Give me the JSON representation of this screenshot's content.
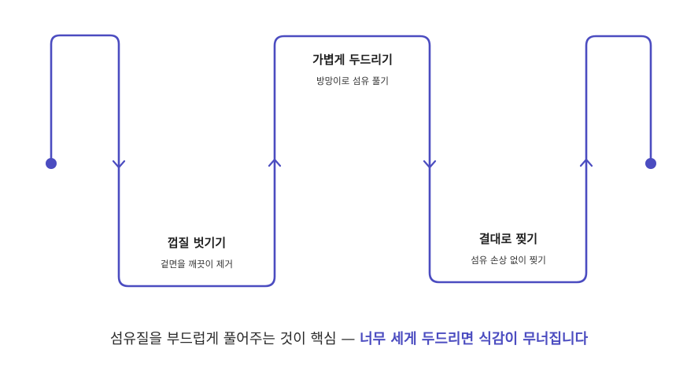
{
  "colors": {
    "line": "#4b4cc0",
    "accent_text": "#4b4cc0"
  },
  "steps": [
    {
      "title": "껍질 벗기기",
      "desc": "겉면을 깨끗이 제거"
    },
    {
      "title": "가볍게 두드리기",
      "desc": "방망이로 섬유 풀기"
    },
    {
      "title": "결대로 찢기",
      "desc": "섬유 손상 없이 찢기"
    }
  ],
  "caption": {
    "main": "섬유질을 부드럽게 풀어주는 것이 핵심 — ",
    "emphasis": "너무 세게 두드리면 식감이 무너집니다"
  }
}
